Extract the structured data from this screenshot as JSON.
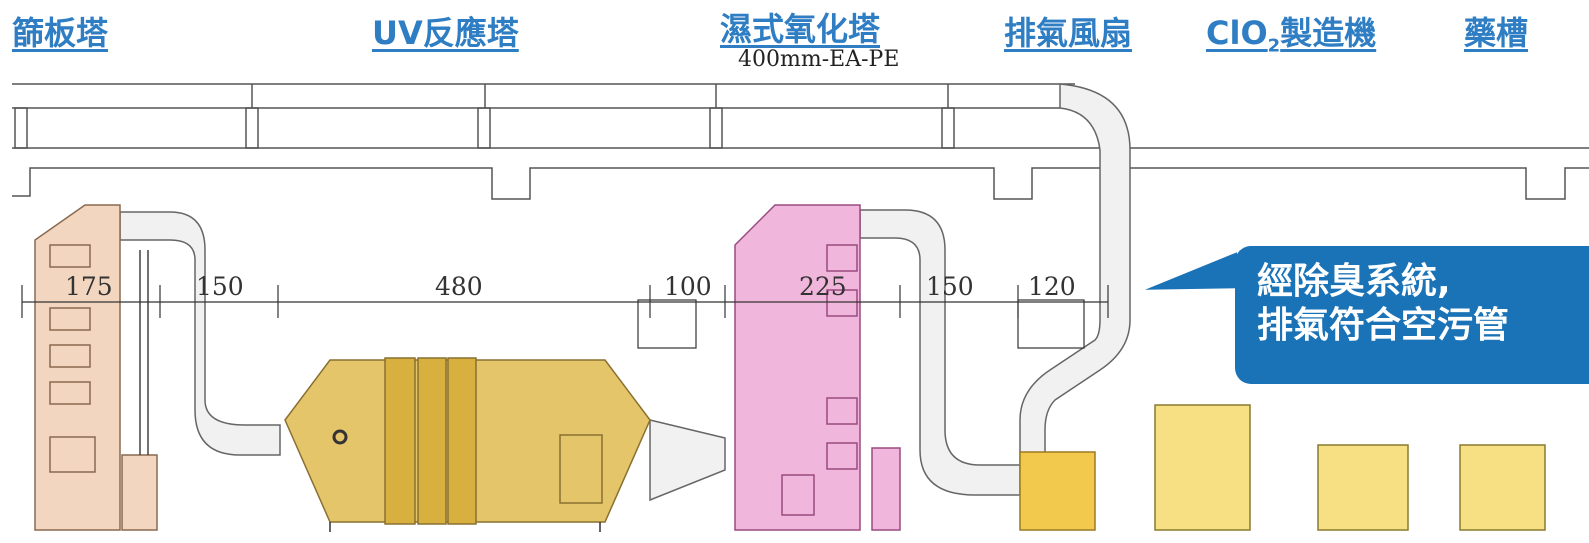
{
  "labels": {
    "sieve_tower": "篩板塔",
    "uv_tower": "UV反應塔",
    "wet_oxidation_tower": "濕式氧化塔",
    "exhaust_fan": "排氣風扇",
    "clo2_maker_prefix": "ClO",
    "clo2_maker_sub": "2",
    "clo2_maker_suffix": "製造機",
    "chemical_tank": "藥槽"
  },
  "pipe_spec": "400mm-EA-PE",
  "dimensions": [
    "175",
    "150",
    "480",
    "100",
    "225",
    "150",
    "120"
  ],
  "callout": {
    "line1": "經除臭系統,",
    "line2": "排氣符合空污管"
  },
  "colors": {
    "label_blue": "#2f7ec4",
    "callout_blue": "#1a72b7",
    "sieve_tower": "#f3d6bf",
    "uv_tower": "#e4c56a",
    "oxidation_tower": "#f0b6dc",
    "fan": "#f2c94c",
    "tank": "#f7df84"
  }
}
